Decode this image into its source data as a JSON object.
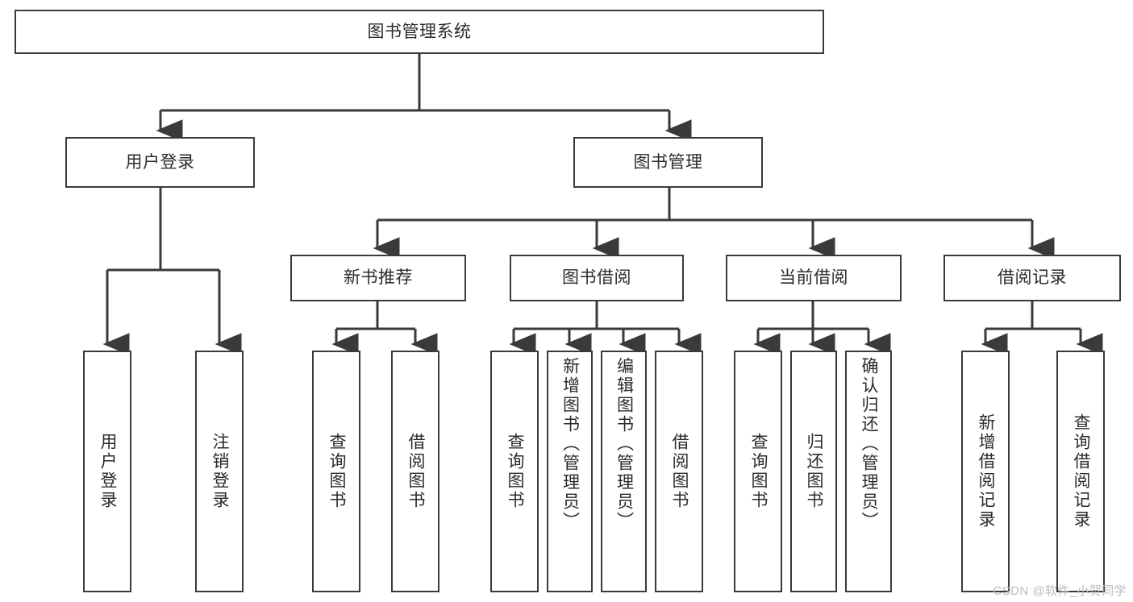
{
  "diagram": {
    "type": "tree",
    "title": "图书管理系统",
    "root": {
      "id": "root",
      "label": "图书管理系统"
    },
    "level2": [
      {
        "id": "user-login",
        "label": "用户登录"
      },
      {
        "id": "book-manage",
        "label": "图书管理"
      }
    ],
    "level3": [
      {
        "id": "new-book-rec",
        "label": "新书推荐",
        "parent": "book-manage"
      },
      {
        "id": "book-borrow",
        "label": "图书借阅",
        "parent": "book-manage"
      },
      {
        "id": "current-borrow",
        "label": "当前借阅",
        "parent": "book-manage"
      },
      {
        "id": "borrow-record",
        "label": "借阅记录",
        "parent": "book-manage"
      }
    ],
    "leaves": [
      {
        "id": "leaf-user-login",
        "label": "用户登录",
        "parent": "user-login"
      },
      {
        "id": "leaf-logout",
        "label": "注销登录",
        "parent": "user-login"
      },
      {
        "id": "leaf-query-book-1",
        "label": "查询图书",
        "parent": "new-book-rec"
      },
      {
        "id": "leaf-borrow-book-1",
        "label": "借阅图书",
        "parent": "new-book-rec"
      },
      {
        "id": "leaf-query-book-2",
        "label": "查询图书",
        "parent": "book-borrow"
      },
      {
        "id": "leaf-add-book",
        "label": "新增图书（管理员）",
        "parent": "book-borrow"
      },
      {
        "id": "leaf-edit-book",
        "label": "编辑图书（管理员）",
        "parent": "book-borrow"
      },
      {
        "id": "leaf-borrow-book-2",
        "label": "借阅图书",
        "parent": "book-borrow"
      },
      {
        "id": "leaf-query-book-3",
        "label": "查询图书",
        "parent": "current-borrow"
      },
      {
        "id": "leaf-return-book",
        "label": "归还图书",
        "parent": "current-borrow"
      },
      {
        "id": "leaf-confirm-return",
        "label": "确认归还（管理员）",
        "parent": "current-borrow"
      },
      {
        "id": "leaf-add-record",
        "label": "新增借阅记录",
        "parent": "borrow-record"
      },
      {
        "id": "leaf-query-record",
        "label": "查询借阅记录",
        "parent": "borrow-record"
      }
    ],
    "colors": {
      "box_border": "#3a3a3a",
      "box_fill": "#ffffff",
      "edge": "#3a3a3a",
      "text": "#2b2b2b",
      "watermark": "#b9bcc0"
    }
  },
  "watermark": {
    "text": "CSDN @软件_小贺同学"
  }
}
